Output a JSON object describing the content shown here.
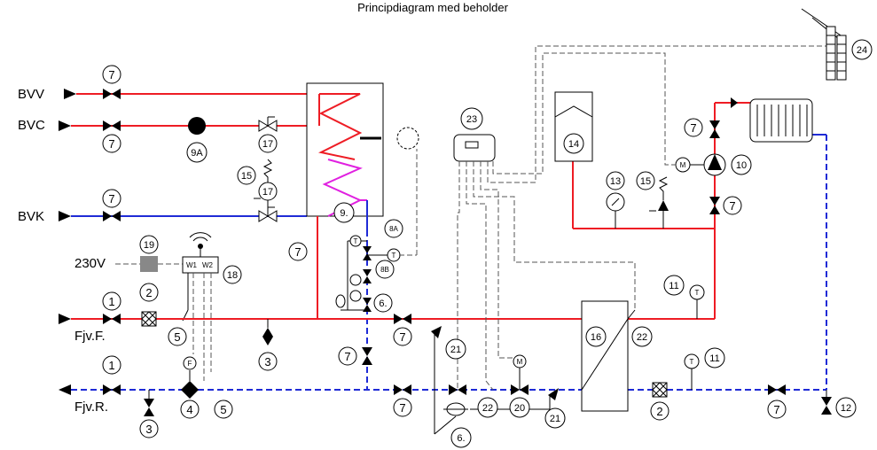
{
  "title": "Principdiagram med beholder",
  "lines": {
    "bvv": "BVV",
    "bvc": "BVC",
    "bvk": "BVK",
    "power": "230V",
    "supply": "Fjv.F.",
    "return": "Fjv.R."
  },
  "controller_labels": {
    "w1": "W1",
    "w2": "W2"
  },
  "sensor_letters": {
    "temp": "T",
    "flow": "F",
    "motor": "M"
  },
  "tags": {
    "t1": "1",
    "t2": "2",
    "t3": "3",
    "t4": "4",
    "t5": "5",
    "t6": "6.",
    "t7": "7",
    "t8a": "8A",
    "t8b": "8B",
    "t9": "9.",
    "t9a": "9A",
    "t10": "10",
    "t11": "11",
    "t12": "12",
    "t13": "13",
    "t14": "14",
    "t15": "15",
    "t16": "16",
    "t17": "17",
    "t18": "18",
    "t19": "19",
    "t20": "20",
    "t21": "21",
    "t22": "22",
    "t23": "23",
    "t24": "24"
  },
  "colors": {
    "supply_line": "#ee1c24",
    "return_line": "#1f2bd6",
    "heating_coil": "#ee1c24",
    "hot_water_coil": "#e020e0",
    "control_box": "#888888"
  }
}
